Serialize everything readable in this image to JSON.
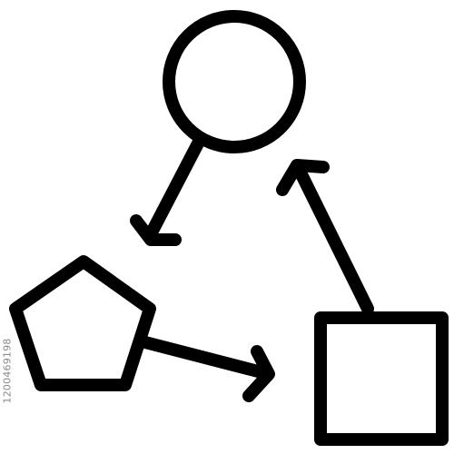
{
  "diagram": {
    "nodes": [
      {
        "id": "circle",
        "shape": "circle"
      },
      {
        "id": "pentagon",
        "shape": "pentagon"
      },
      {
        "id": "square",
        "shape": "square"
      }
    ],
    "edges": [
      {
        "from": "circle",
        "to": "pentagon"
      },
      {
        "from": "pentagon",
        "to": "square"
      },
      {
        "from": "square",
        "to": "circle"
      }
    ],
    "stroke_color": "#000000",
    "background": "#ffffff"
  },
  "watermark": {
    "id_text": "1200469198"
  }
}
